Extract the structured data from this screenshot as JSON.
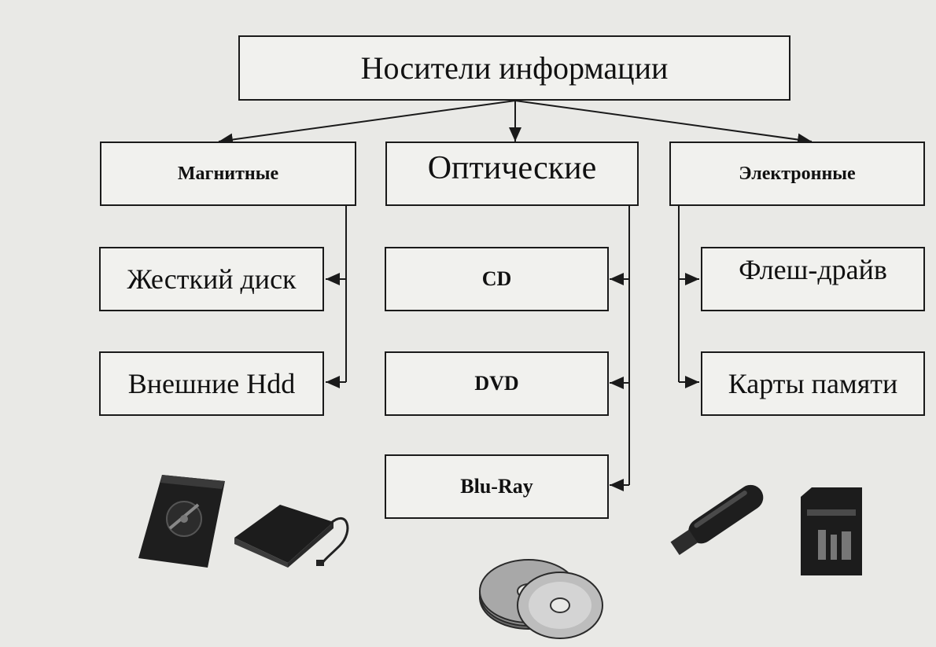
{
  "diagram": {
    "root": {
      "label": "Носители информации"
    },
    "categories": [
      {
        "label": "Магнитные",
        "items": [
          "Жесткий диск",
          "Внешние Hdd"
        ]
      },
      {
        "label": "Оптические",
        "items": [
          "CD",
          "DVD",
          "Blu-Ray"
        ]
      },
      {
        "label": "Электронные",
        "items": [
          "Флеш-драйв",
          "Карты памяти"
        ]
      }
    ]
  },
  "illustrations": [
    "hard-disk-image",
    "external-hdd-image",
    "optical-discs-image",
    "usb-flash-drive-image",
    "sd-card-image"
  ]
}
